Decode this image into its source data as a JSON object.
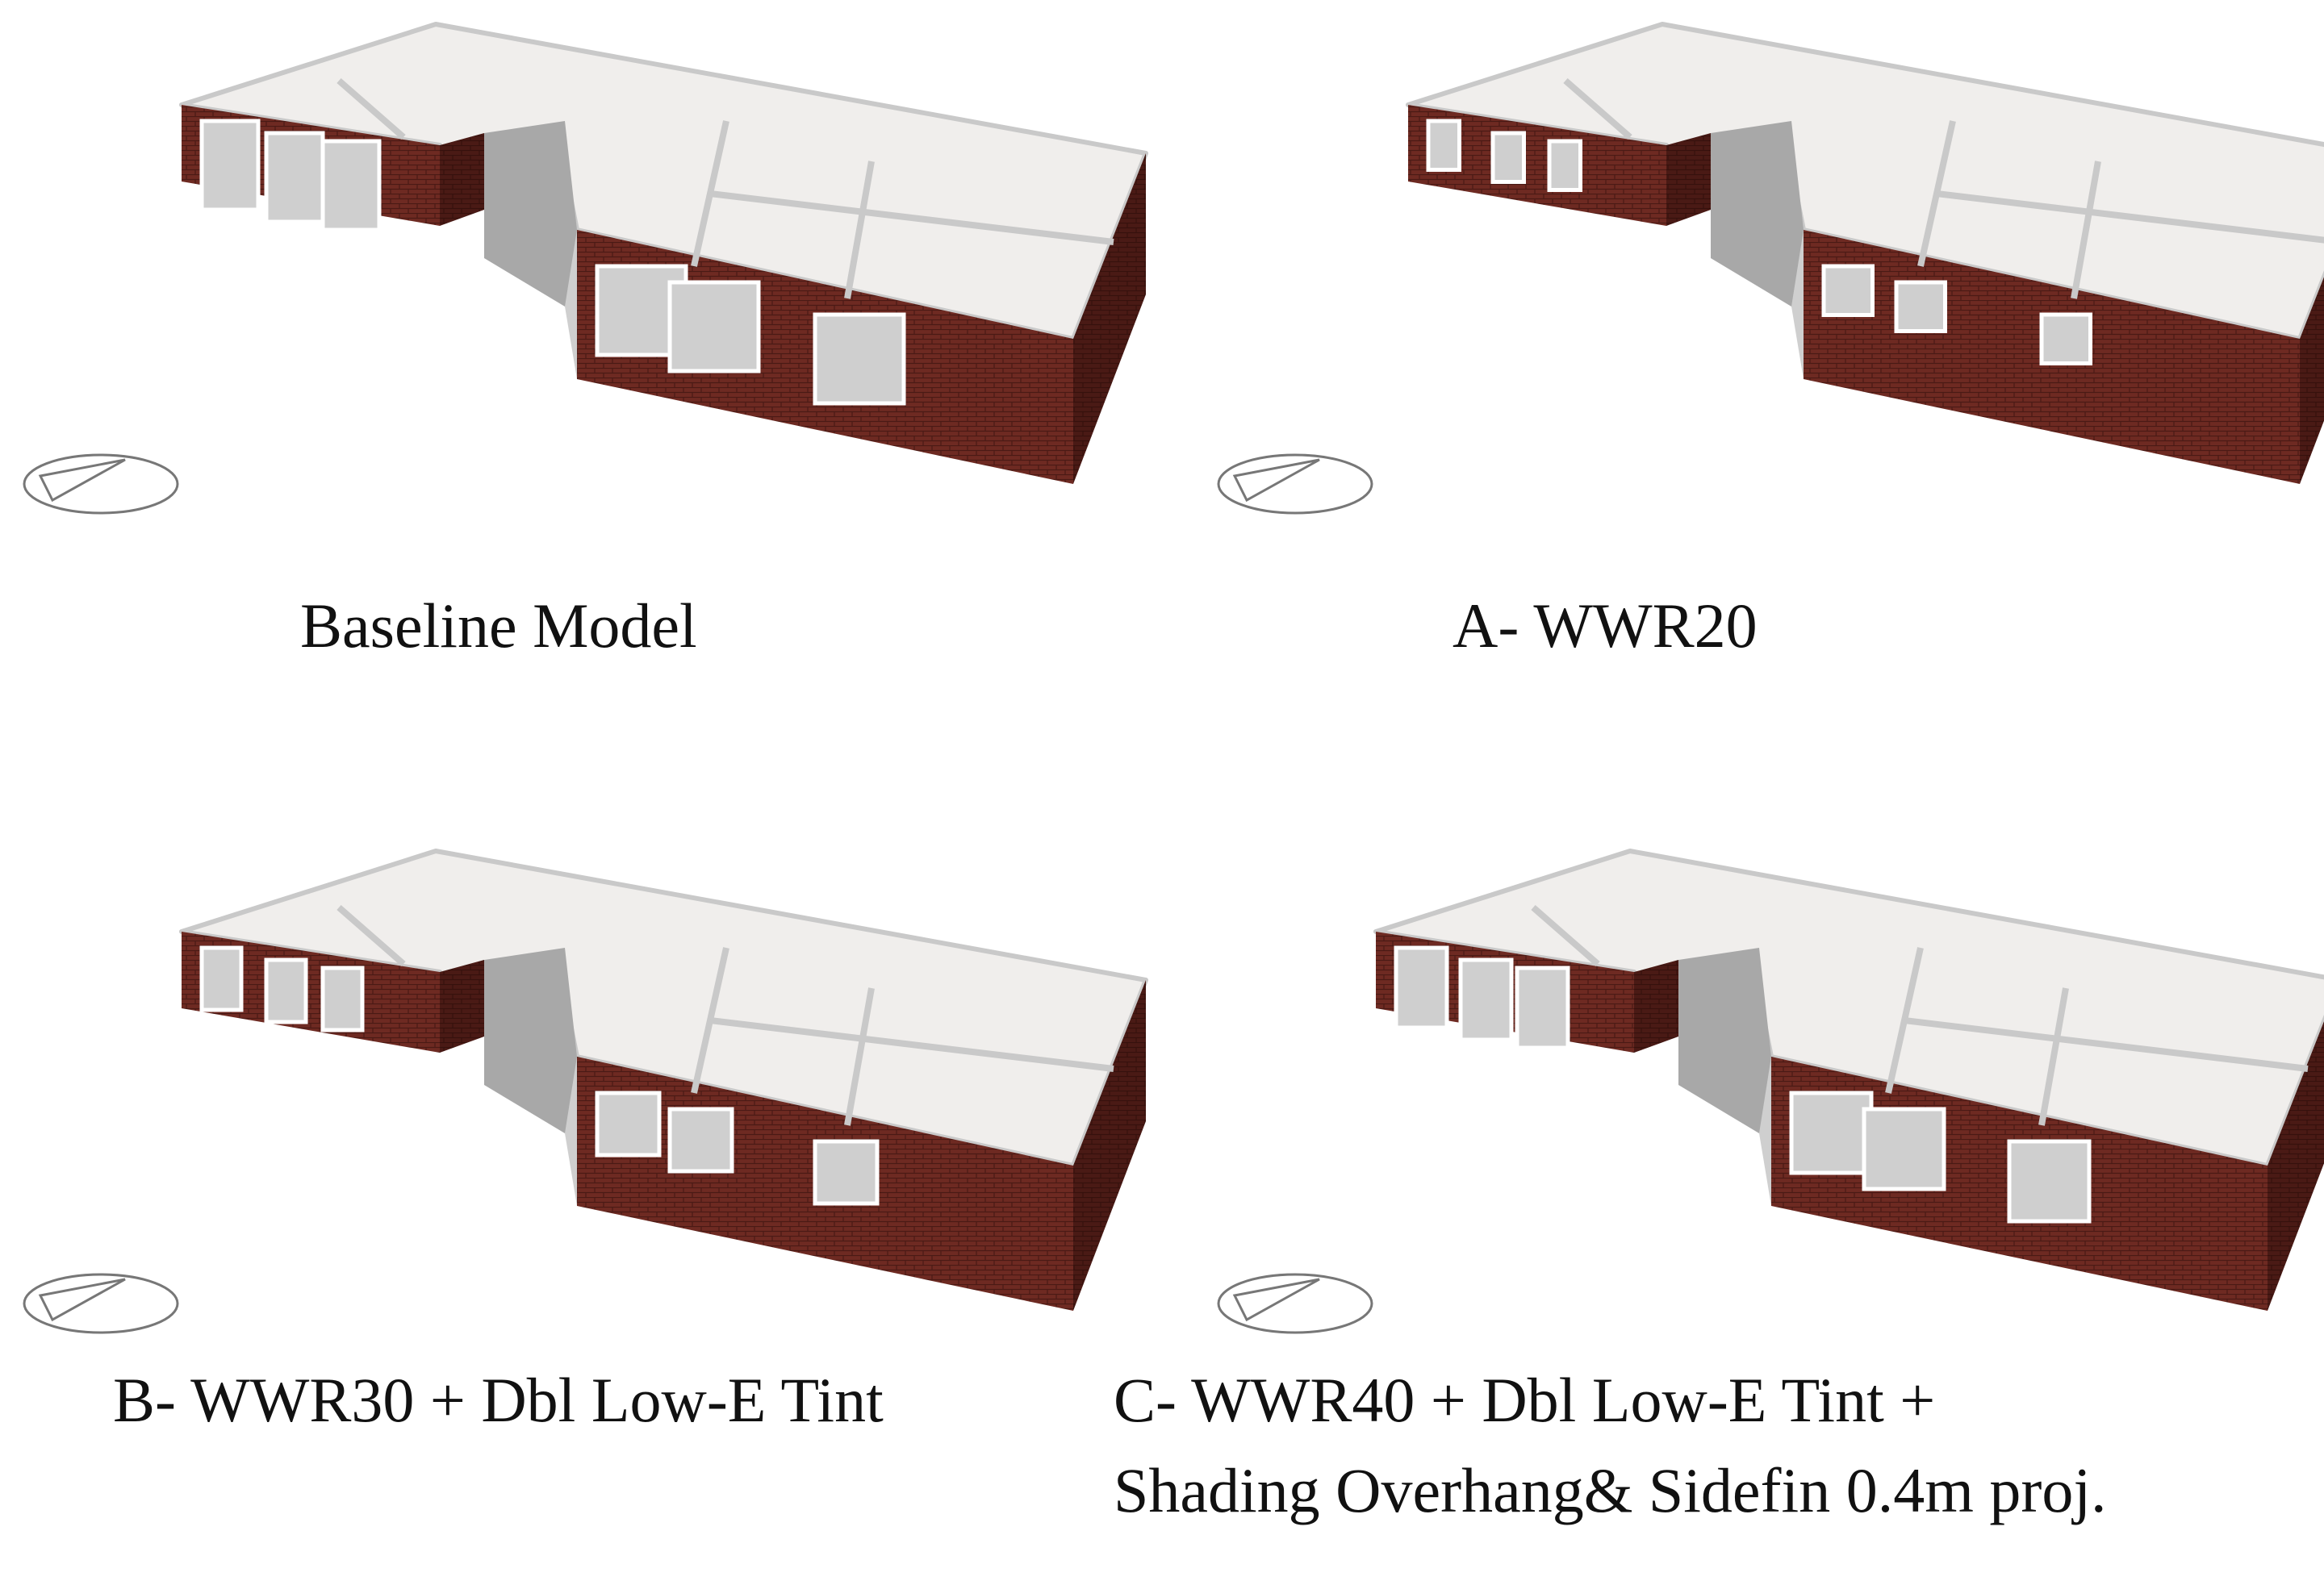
{
  "figure": {
    "panels": [
      {
        "id": "baseline",
        "caption_lines": [
          "Baseline Model"
        ],
        "wwr_pct": null,
        "glazing": null,
        "shading": null
      },
      {
        "id": "a",
        "caption_lines": [
          "A- WWR20"
        ],
        "wwr_pct": 20,
        "glazing": null,
        "shading": null
      },
      {
        "id": "b",
        "caption_lines": [
          "B- WWR30 + Dbl Low-E Tint"
        ],
        "wwr_pct": 30,
        "glazing": "Dbl Low-E Tint",
        "shading": null
      },
      {
        "id": "c",
        "caption_lines": [
          "C- WWR40 + Dbl Low-E Tint +",
          "Shading Overhang& Sidefin 0.4m proj."
        ],
        "wwr_pct": 40,
        "glazing": "Dbl Low-E Tint",
        "shading": "Overhang& Sidefin 0.4m proj."
      }
    ],
    "colors": {
      "brick": "#6e2a22",
      "brick_dark": "#4a1a15",
      "roof": "#f0eeec",
      "wall_top": "#c9c9c9",
      "glass": "#cfcfcf",
      "floor_shadow": "#a8a8a8"
    },
    "icons": [
      "compass-icon"
    ]
  }
}
